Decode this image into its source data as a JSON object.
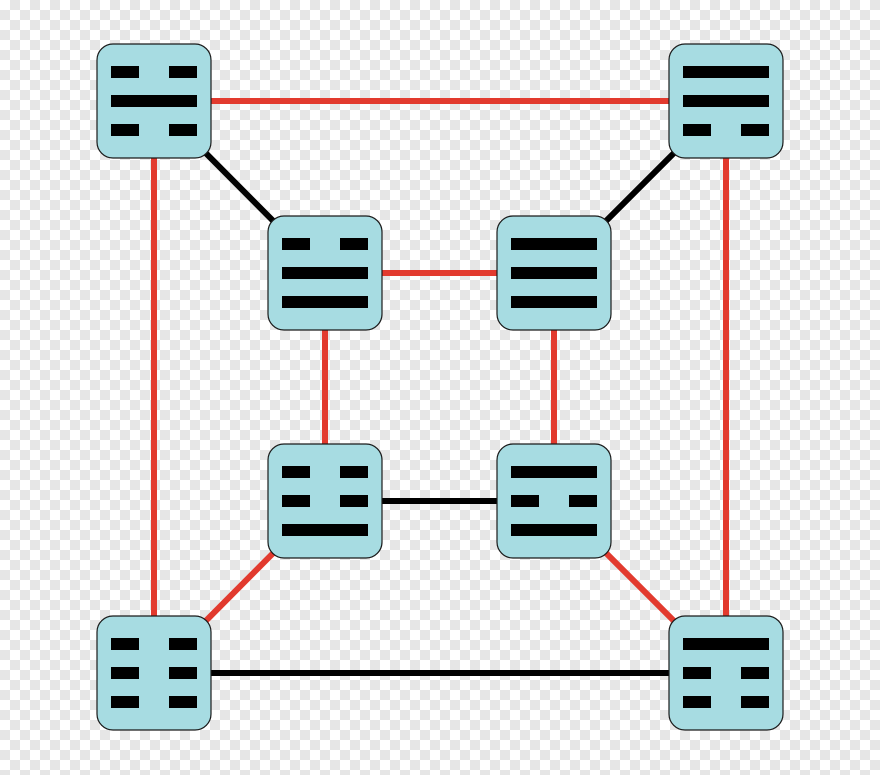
{
  "colors": {
    "tile_fill": "#a7dce2",
    "tile_stroke": "#1a1a1a",
    "bar": "#000000",
    "edge_red": "#e23a2e",
    "edge_black": "#000000"
  },
  "trigrams": [
    {
      "id": "outer-tl",
      "lines": [
        "broken",
        "solid",
        "broken"
      ]
    },
    {
      "id": "outer-tr",
      "lines": [
        "solid",
        "solid",
        "broken"
      ]
    },
    {
      "id": "outer-bl",
      "lines": [
        "broken",
        "broken",
        "broken"
      ]
    },
    {
      "id": "outer-br",
      "lines": [
        "solid",
        "broken",
        "broken"
      ]
    },
    {
      "id": "inner-tl",
      "lines": [
        "broken",
        "solid",
        "solid"
      ]
    },
    {
      "id": "inner-tr",
      "lines": [
        "solid",
        "solid",
        "solid"
      ]
    },
    {
      "id": "inner-bl",
      "lines": [
        "broken",
        "broken",
        "solid"
      ]
    },
    {
      "id": "inner-br",
      "lines": [
        "solid",
        "broken",
        "solid"
      ]
    }
  ],
  "edges": [
    {
      "from": "outer-tl",
      "to": "outer-tr",
      "color": "red"
    },
    {
      "from": "outer-tl",
      "to": "outer-bl",
      "color": "red"
    },
    {
      "from": "outer-tr",
      "to": "outer-br",
      "color": "red"
    },
    {
      "from": "outer-bl",
      "to": "outer-br",
      "color": "black"
    },
    {
      "from": "outer-tl",
      "to": "inner-tl",
      "color": "black"
    },
    {
      "from": "outer-tr",
      "to": "inner-tr",
      "color": "black"
    },
    {
      "from": "outer-bl",
      "to": "inner-bl",
      "color": "red"
    },
    {
      "from": "outer-br",
      "to": "inner-br",
      "color": "red"
    },
    {
      "from": "inner-tl",
      "to": "inner-tr",
      "color": "red"
    },
    {
      "from": "inner-tl",
      "to": "inner-bl",
      "color": "red"
    },
    {
      "from": "inner-tr",
      "to": "inner-br",
      "color": "red"
    },
    {
      "from": "inner-bl",
      "to": "inner-br",
      "color": "black"
    }
  ]
}
